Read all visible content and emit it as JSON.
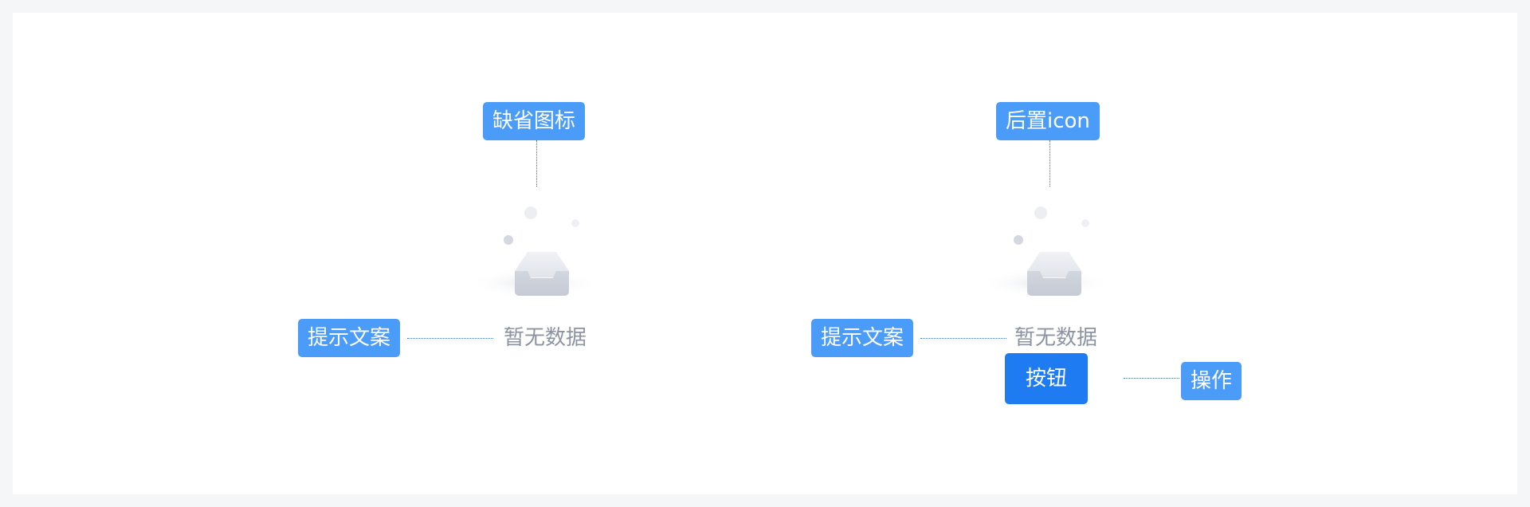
{
  "examples": [
    {
      "top_tag": "缺省图标",
      "hint_tag": "提示文案",
      "empty_text": "暂无数据"
    },
    {
      "top_tag": "后置icon",
      "hint_tag": "提示文案",
      "empty_text": "暂无数据",
      "button_label": "按钮",
      "action_tag": "操作"
    }
  ],
  "icons": {
    "empty_state": "empty-inbox-icon"
  },
  "colors": {
    "tag_background": "#4b9cf8",
    "button_background": "#1f7bf2",
    "leader_line": "#2f7fe6",
    "empty_text": "#8c93a1",
    "page_background": "#f5f6f8"
  }
}
